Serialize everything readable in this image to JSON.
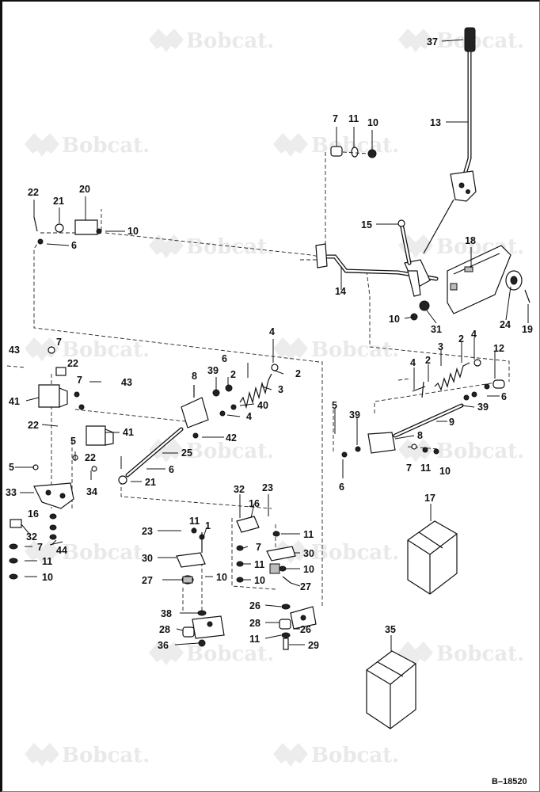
{
  "figure_number": "B–18520",
  "watermark": {
    "brand": "Bobcat."
  },
  "callouts": {
    "c1": "37",
    "c2": "13",
    "c3": "7",
    "c4": "11",
    "c5": "10",
    "c6": "22",
    "c7": "21",
    "c8": "20",
    "c9": "10",
    "c10": "6",
    "c11": "15",
    "c12": "18",
    "c13": "14",
    "c14": "10",
    "c15": "31",
    "c16": "24",
    "c17": "19",
    "c18": "4",
    "c19": "7",
    "c20": "43",
    "c21": "22",
    "c22": "6",
    "c23": "8",
    "c24": "39",
    "c25": "2",
    "c26": "2",
    "c27": "3",
    "c28": "43",
    "c29": "41",
    "c30": "7",
    "c31": "40",
    "c32": "4",
    "c33": "22",
    "c34": "41",
    "c35": "42",
    "c36": "5",
    "c37": "22",
    "c38": "25",
    "c39": "5",
    "c40": "6",
    "c41": "21",
    "c42": "33",
    "c43": "34",
    "c44": "16",
    "c45": "32",
    "c46": "7",
    "c47": "44",
    "c48": "11",
    "c49": "10",
    "c50": "3",
    "c51": "2",
    "c52": "4",
    "c53": "12",
    "c54": "4",
    "c55": "2",
    "c56": "6",
    "c57": "39",
    "c58": "5",
    "c59": "39",
    "c60": "9",
    "c61": "8",
    "c62": "6",
    "c63": "7",
    "c64": "11",
    "c65": "10",
    "c66": "17",
    "c67": "35",
    "c68": "32",
    "c69": "23",
    "c70": "16",
    "c71": "23",
    "c72": "11",
    "c73": "1",
    "c74": "11",
    "c75": "7",
    "c76": "30",
    "c77": "30",
    "c78": "11",
    "c79": "10",
    "c80": "27",
    "c81": "10",
    "c82": "10",
    "c83": "27",
    "c84": "38",
    "c85": "26",
    "c86": "28",
    "c87": "28",
    "c88": "26",
    "c89": "36",
    "c90": "11",
    "c91": "29"
  }
}
